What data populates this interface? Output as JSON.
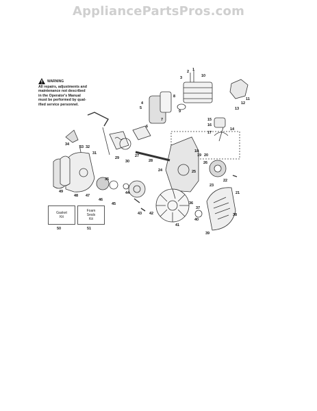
{
  "watermark": "AppliancePartsPros.com",
  "warning": {
    "title": "WARNING",
    "lines": [
      "All repairs, adjustments and",
      "maintenance not described",
      "in the Operator's Manual",
      "must be performed by qual-",
      "ified service personnel."
    ]
  },
  "kits": [
    {
      "lines": [
        "Gasket",
        "Kit"
      ],
      "number": "50"
    },
    {
      "lines": [
        "Foam",
        "Seals",
        "Kit"
      ],
      "number": "51"
    }
  ],
  "part_numbers": [
    "1",
    "2",
    "3",
    "4",
    "5",
    "6",
    "7",
    "8",
    "9",
    "10",
    "11",
    "12",
    "13",
    "14",
    "15",
    "16",
    "17",
    "18",
    "19",
    "20",
    "21",
    "22",
    "23",
    "24",
    "25",
    "26",
    "27",
    "28",
    "29",
    "30",
    "31",
    "32",
    "33",
    "34",
    "35",
    "36",
    "37",
    "38",
    "39",
    "40",
    "41",
    "42",
    "43",
    "44",
    "45",
    "46",
    "47",
    "48",
    "49"
  ]
}
